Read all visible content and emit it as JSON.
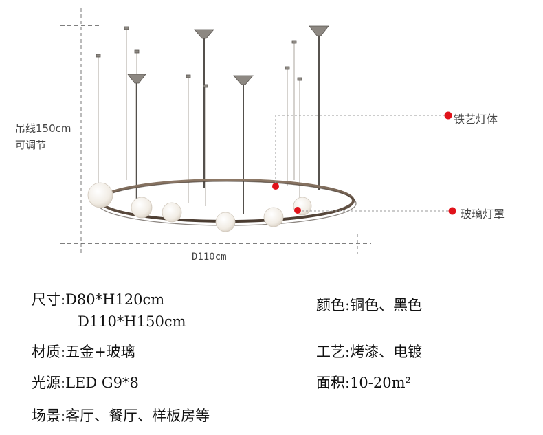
{
  "diagram": {
    "cable_label_1": "吊线150cm",
    "cable_label_2": "可调节",
    "diameter_label": "D110cm",
    "callout_frame": "铁艺灯体",
    "callout_glass": "玻璃灯罩",
    "colors": {
      "ring": "#6b5a4c",
      "callout_dot": "#e0121a",
      "pendant_cap": "#8a8580",
      "globe": "#f3efe9",
      "dashed": "#555555"
    }
  },
  "specs": {
    "size_line1": "尺寸:D80*H120cm",
    "size_line2": "D110*H150cm",
    "material": "材质:五金+玻璃",
    "light_source": "光源:LED G9*8",
    "scene": "场景:客厅、餐厅、样板房等",
    "color": "颜色:铜色、黑色",
    "craft": "工艺:烤漆、电镀",
    "area": "面积:10-20m²"
  }
}
